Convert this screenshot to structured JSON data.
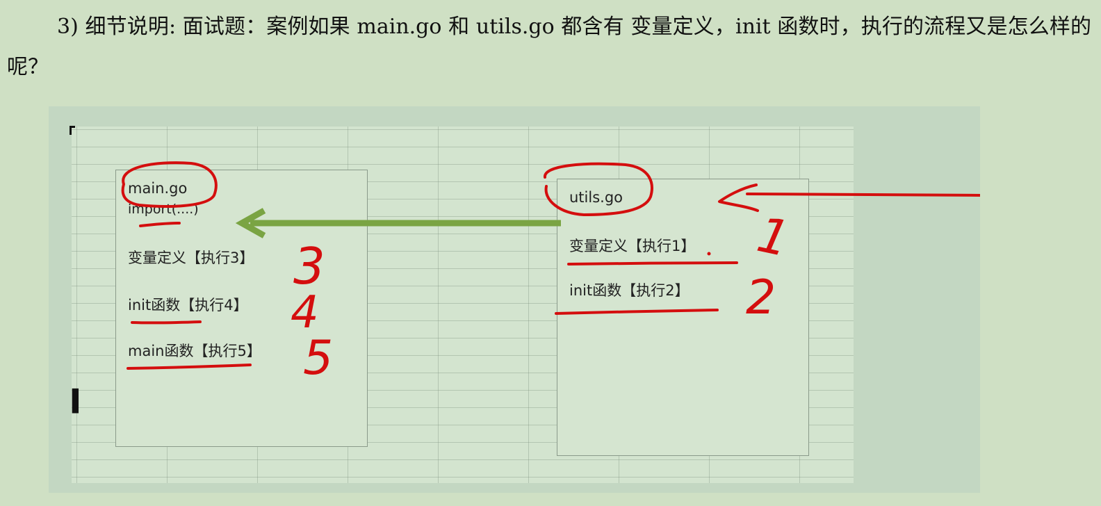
{
  "paragraph": "3) 细节说明: 面试题：案例如果 main.go 和 utils.go 都含有 变量定义，init 函数时，执行的流程又是怎么样的呢？",
  "figure": {
    "main_box": {
      "title": "main.go",
      "import_line": "import(....)",
      "var_line": "变量定义【执行3】",
      "init_line": "init函数【执行4】",
      "main_line": "main函数【执行5】"
    },
    "utils_box": {
      "title": "utils.go",
      "var_line": "变量定义【执行1】",
      "init_line": "init函数【执行2】"
    },
    "handwritten_numbers": [
      "1",
      "2",
      "3",
      "4",
      "5"
    ],
    "annotation_color": "#d40e0e",
    "arrow_color": "#7aa443"
  }
}
